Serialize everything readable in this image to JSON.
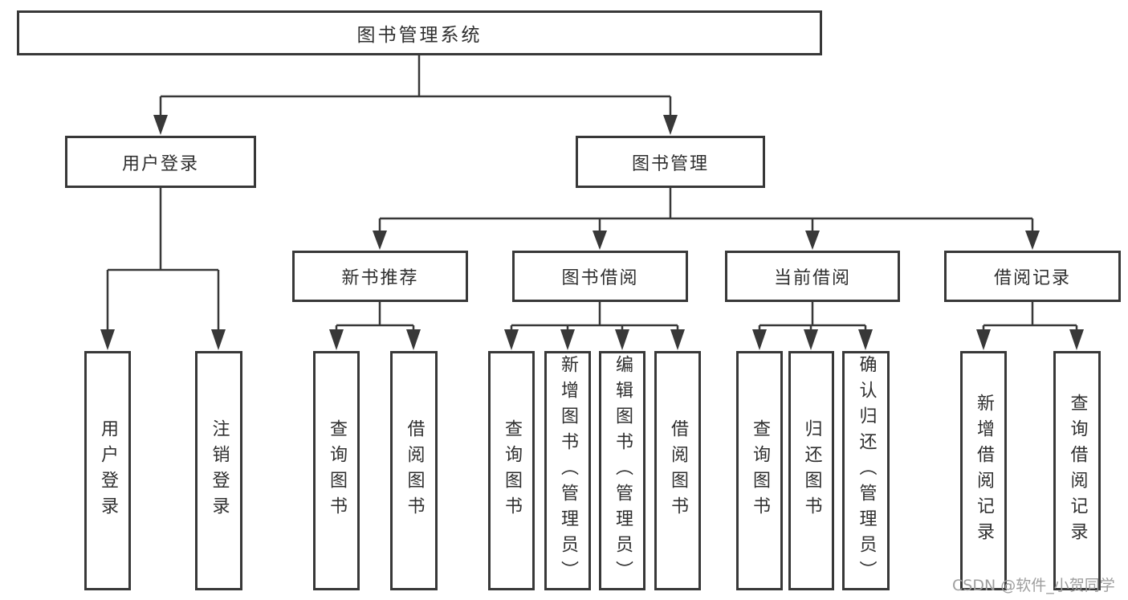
{
  "colors": {
    "line": "#383838",
    "text": "#2f2f2f",
    "box_bg": "#ffffff",
    "page_bg": "#ffffff",
    "watermark": "#9e9e9e"
  },
  "nodes": {
    "root": "图书管理系统",
    "level2": [
      "用户登录",
      "图书管理"
    ],
    "level3": [
      "新书推荐",
      "图书借阅",
      "当前借阅",
      "借阅记录"
    ],
    "leaves": [
      "用户登录",
      "注销登录",
      "查询图书",
      "借阅图书",
      "查询图书",
      "新增图书（管理员）",
      "编辑图书（管理员）",
      "借阅图书",
      "查询图书",
      "归还图书",
      "确认归还（管理员）",
      "新增借阅记录",
      "查询借阅记录"
    ]
  },
  "watermark": "CSDN @软件_小贺同学"
}
